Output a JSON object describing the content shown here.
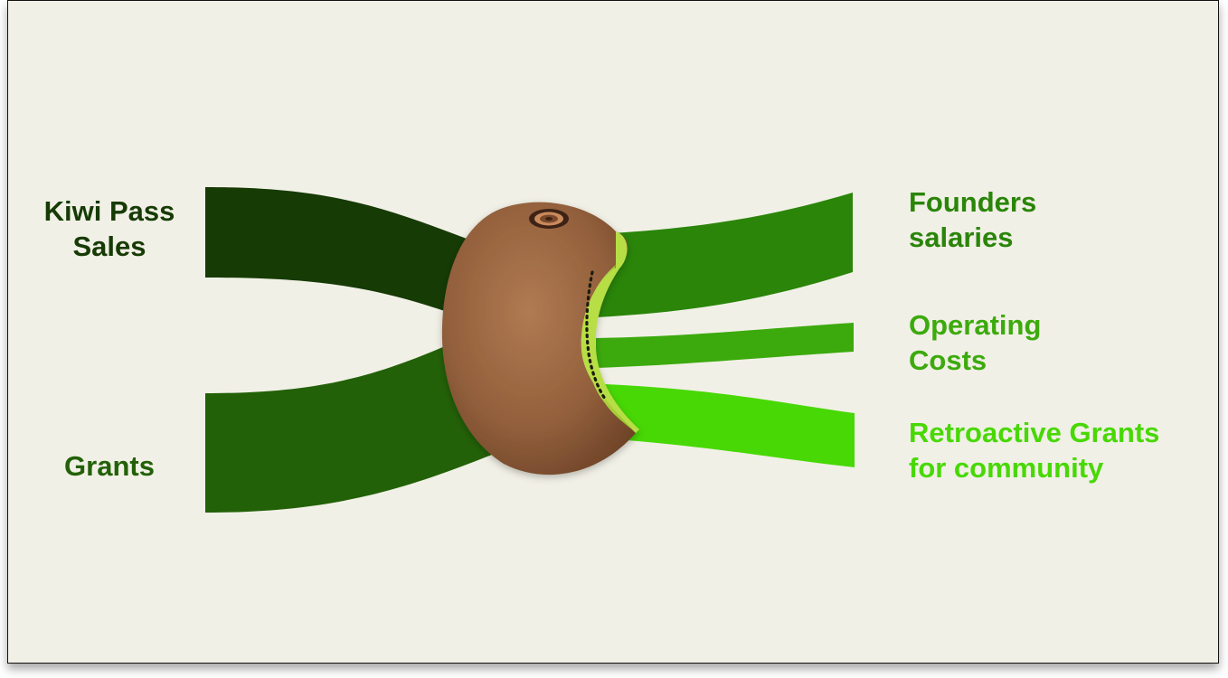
{
  "sources": [
    {
      "id": "kiwi-pass",
      "text": "Kiwi Pass\nSales",
      "color": "#163b05"
    },
    {
      "id": "grants",
      "text": "Grants",
      "color": "#236108"
    }
  ],
  "destinations": [
    {
      "id": "founders",
      "text": "Founders\nsalaries",
      "color": "#2a8509"
    },
    {
      "id": "operating",
      "text": "Operating\nCosts",
      "color": "#3caa0d"
    },
    {
      "id": "retroactive",
      "text": "Retroactive Grants\nfor community",
      "color": "#48d805"
    }
  ],
  "center_icon": "bitten-kiwi-icon",
  "colors": {
    "background": "#f1f0e6",
    "kiwi_skin": "#9b633f",
    "kiwi_flesh": "#a9d63a"
  }
}
